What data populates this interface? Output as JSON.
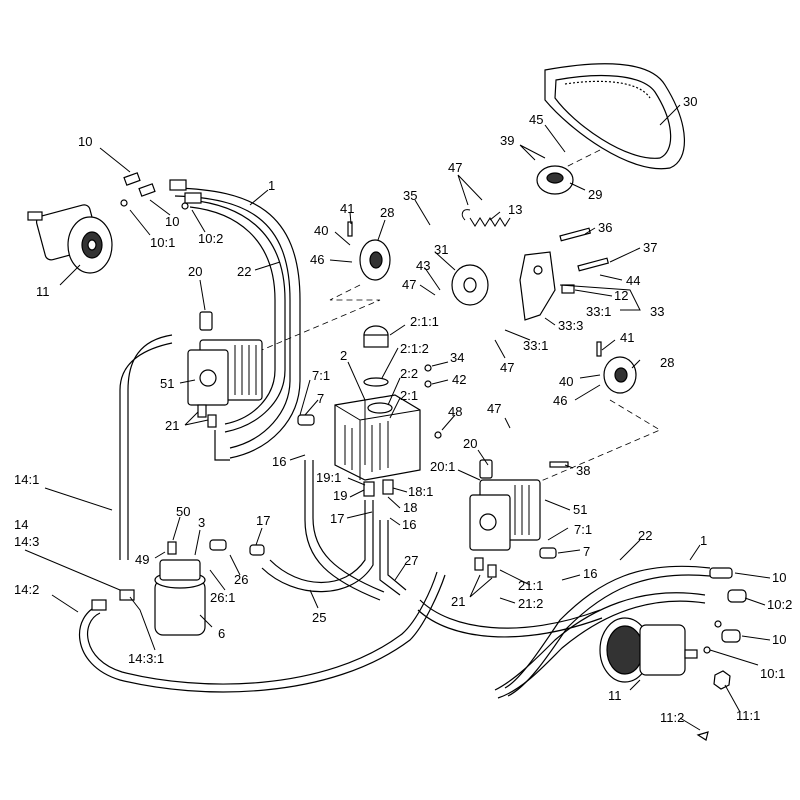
{
  "diagram": {
    "callouts": [
      {
        "id": "c-10-top",
        "text": "10"
      },
      {
        "id": "c-1-top",
        "text": "1"
      },
      {
        "id": "c-10-mid",
        "text": "10"
      },
      {
        "id": "c-10-1-top",
        "text": "10:1"
      },
      {
        "id": "c-10-2-top",
        "text": "10:2"
      },
      {
        "id": "c-11-top",
        "text": "11"
      },
      {
        "id": "c-22-top",
        "text": "22"
      },
      {
        "id": "c-20-top",
        "text": "20"
      },
      {
        "id": "c-51-top",
        "text": "51"
      },
      {
        "id": "c-21-top",
        "text": "21"
      },
      {
        "id": "c-7-1-top",
        "text": "7:1"
      },
      {
        "id": "c-7-top",
        "text": "7"
      },
      {
        "id": "c-16-top",
        "text": "16"
      },
      {
        "id": "c-14-1",
        "text": "14:1"
      },
      {
        "id": "c-14",
        "text": "14"
      },
      {
        "id": "c-14-3",
        "text": "14:3"
      },
      {
        "id": "c-14-2",
        "text": "14:2"
      },
      {
        "id": "c-14-3-1",
        "text": "14:3:1"
      },
      {
        "id": "c-50",
        "text": "50"
      },
      {
        "id": "c-3",
        "text": "3"
      },
      {
        "id": "c-49",
        "text": "49"
      },
      {
        "id": "c-26",
        "text": "26"
      },
      {
        "id": "c-26-1",
        "text": "26:1"
      },
      {
        "id": "c-6",
        "text": "6"
      },
      {
        "id": "c-17-left",
        "text": "17"
      },
      {
        "id": "c-25",
        "text": "25"
      },
      {
        "id": "c-27",
        "text": "27"
      },
      {
        "id": "c-2-1-1",
        "text": "2:1:1"
      },
      {
        "id": "c-2",
        "text": "2"
      },
      {
        "id": "c-2-1-2",
        "text": "2:1:2"
      },
      {
        "id": "c-2-2",
        "text": "2:2"
      },
      {
        "id": "c-2-1",
        "text": "2:1"
      },
      {
        "id": "c-34",
        "text": "34"
      },
      {
        "id": "c-42",
        "text": "42"
      },
      {
        "id": "c-48",
        "text": "48"
      },
      {
        "id": "c-19-1",
        "text": "19:1"
      },
      {
        "id": "c-19",
        "text": "19"
      },
      {
        "id": "c-18-1",
        "text": "18:1"
      },
      {
        "id": "c-18",
        "text": "18"
      },
      {
        "id": "c-17-mid",
        "text": "17"
      },
      {
        "id": "c-16-mid",
        "text": "16"
      },
      {
        "id": "c-41-top",
        "text": "41"
      },
      {
        "id": "c-28-top",
        "text": "28"
      },
      {
        "id": "c-40-top",
        "text": "40"
      },
      {
        "id": "c-46-top",
        "text": "46"
      },
      {
        "id": "c-35",
        "text": "35"
      },
      {
        "id": "c-47-top",
        "text": "47"
      },
      {
        "id": "c-13",
        "text": "13"
      },
      {
        "id": "c-31",
        "text": "31"
      },
      {
        "id": "c-43",
        "text": "43"
      },
      {
        "id": "c-47-mid",
        "text": "47"
      },
      {
        "id": "c-36",
        "text": "36"
      },
      {
        "id": "c-37",
        "text": "37"
      },
      {
        "id": "c-44",
        "text": "44"
      },
      {
        "id": "c-12",
        "text": "12"
      },
      {
        "id": "c-33-1-right",
        "text": "33:1"
      },
      {
        "id": "c-33",
        "text": "33"
      },
      {
        "id": "c-33-3",
        "text": "33:3"
      },
      {
        "id": "c-33-1-left",
        "text": "33:1"
      },
      {
        "id": "c-47-low",
        "text": "47"
      },
      {
        "id": "c-45",
        "text": "45"
      },
      {
        "id": "c-39",
        "text": "39"
      },
      {
        "id": "c-29",
        "text": "29"
      },
      {
        "id": "c-30",
        "text": "30"
      },
      {
        "id": "c-41-right",
        "text": "41"
      },
      {
        "id": "c-28-right",
        "text": "28"
      },
      {
        "id": "c-40-right",
        "text": "40"
      },
      {
        "id": "c-46-right",
        "text": "46"
      },
      {
        "id": "c-47-right",
        "text": "47"
      },
      {
        "id": "c-20-right",
        "text": "20"
      },
      {
        "id": "c-20-1",
        "text": "20:1"
      },
      {
        "id": "c-38",
        "text": "38"
      },
      {
        "id": "c-51-right",
        "text": "51"
      },
      {
        "id": "c-7-1-right",
        "text": "7:1"
      },
      {
        "id": "c-7-right",
        "text": "7"
      },
      {
        "id": "c-21-1",
        "text": "21:1"
      },
      {
        "id": "c-21-right",
        "text": "21"
      },
      {
        "id": "c-21-2",
        "text": "21:2"
      },
      {
        "id": "c-16-right",
        "text": "16"
      },
      {
        "id": "c-22-right",
        "text": "22"
      },
      {
        "id": "c-1-right",
        "text": "1"
      },
      {
        "id": "c-10-right",
        "text": "10"
      },
      {
        "id": "c-10-2-right",
        "text": "10:2"
      },
      {
        "id": "c-10-low",
        "text": "10"
      },
      {
        "id": "c-10-1-right",
        "text": "10:1"
      },
      {
        "id": "c-11-right",
        "text": "11"
      },
      {
        "id": "c-11-1",
        "text": "11:1"
      },
      {
        "id": "c-11-2",
        "text": "11:2"
      }
    ]
  }
}
